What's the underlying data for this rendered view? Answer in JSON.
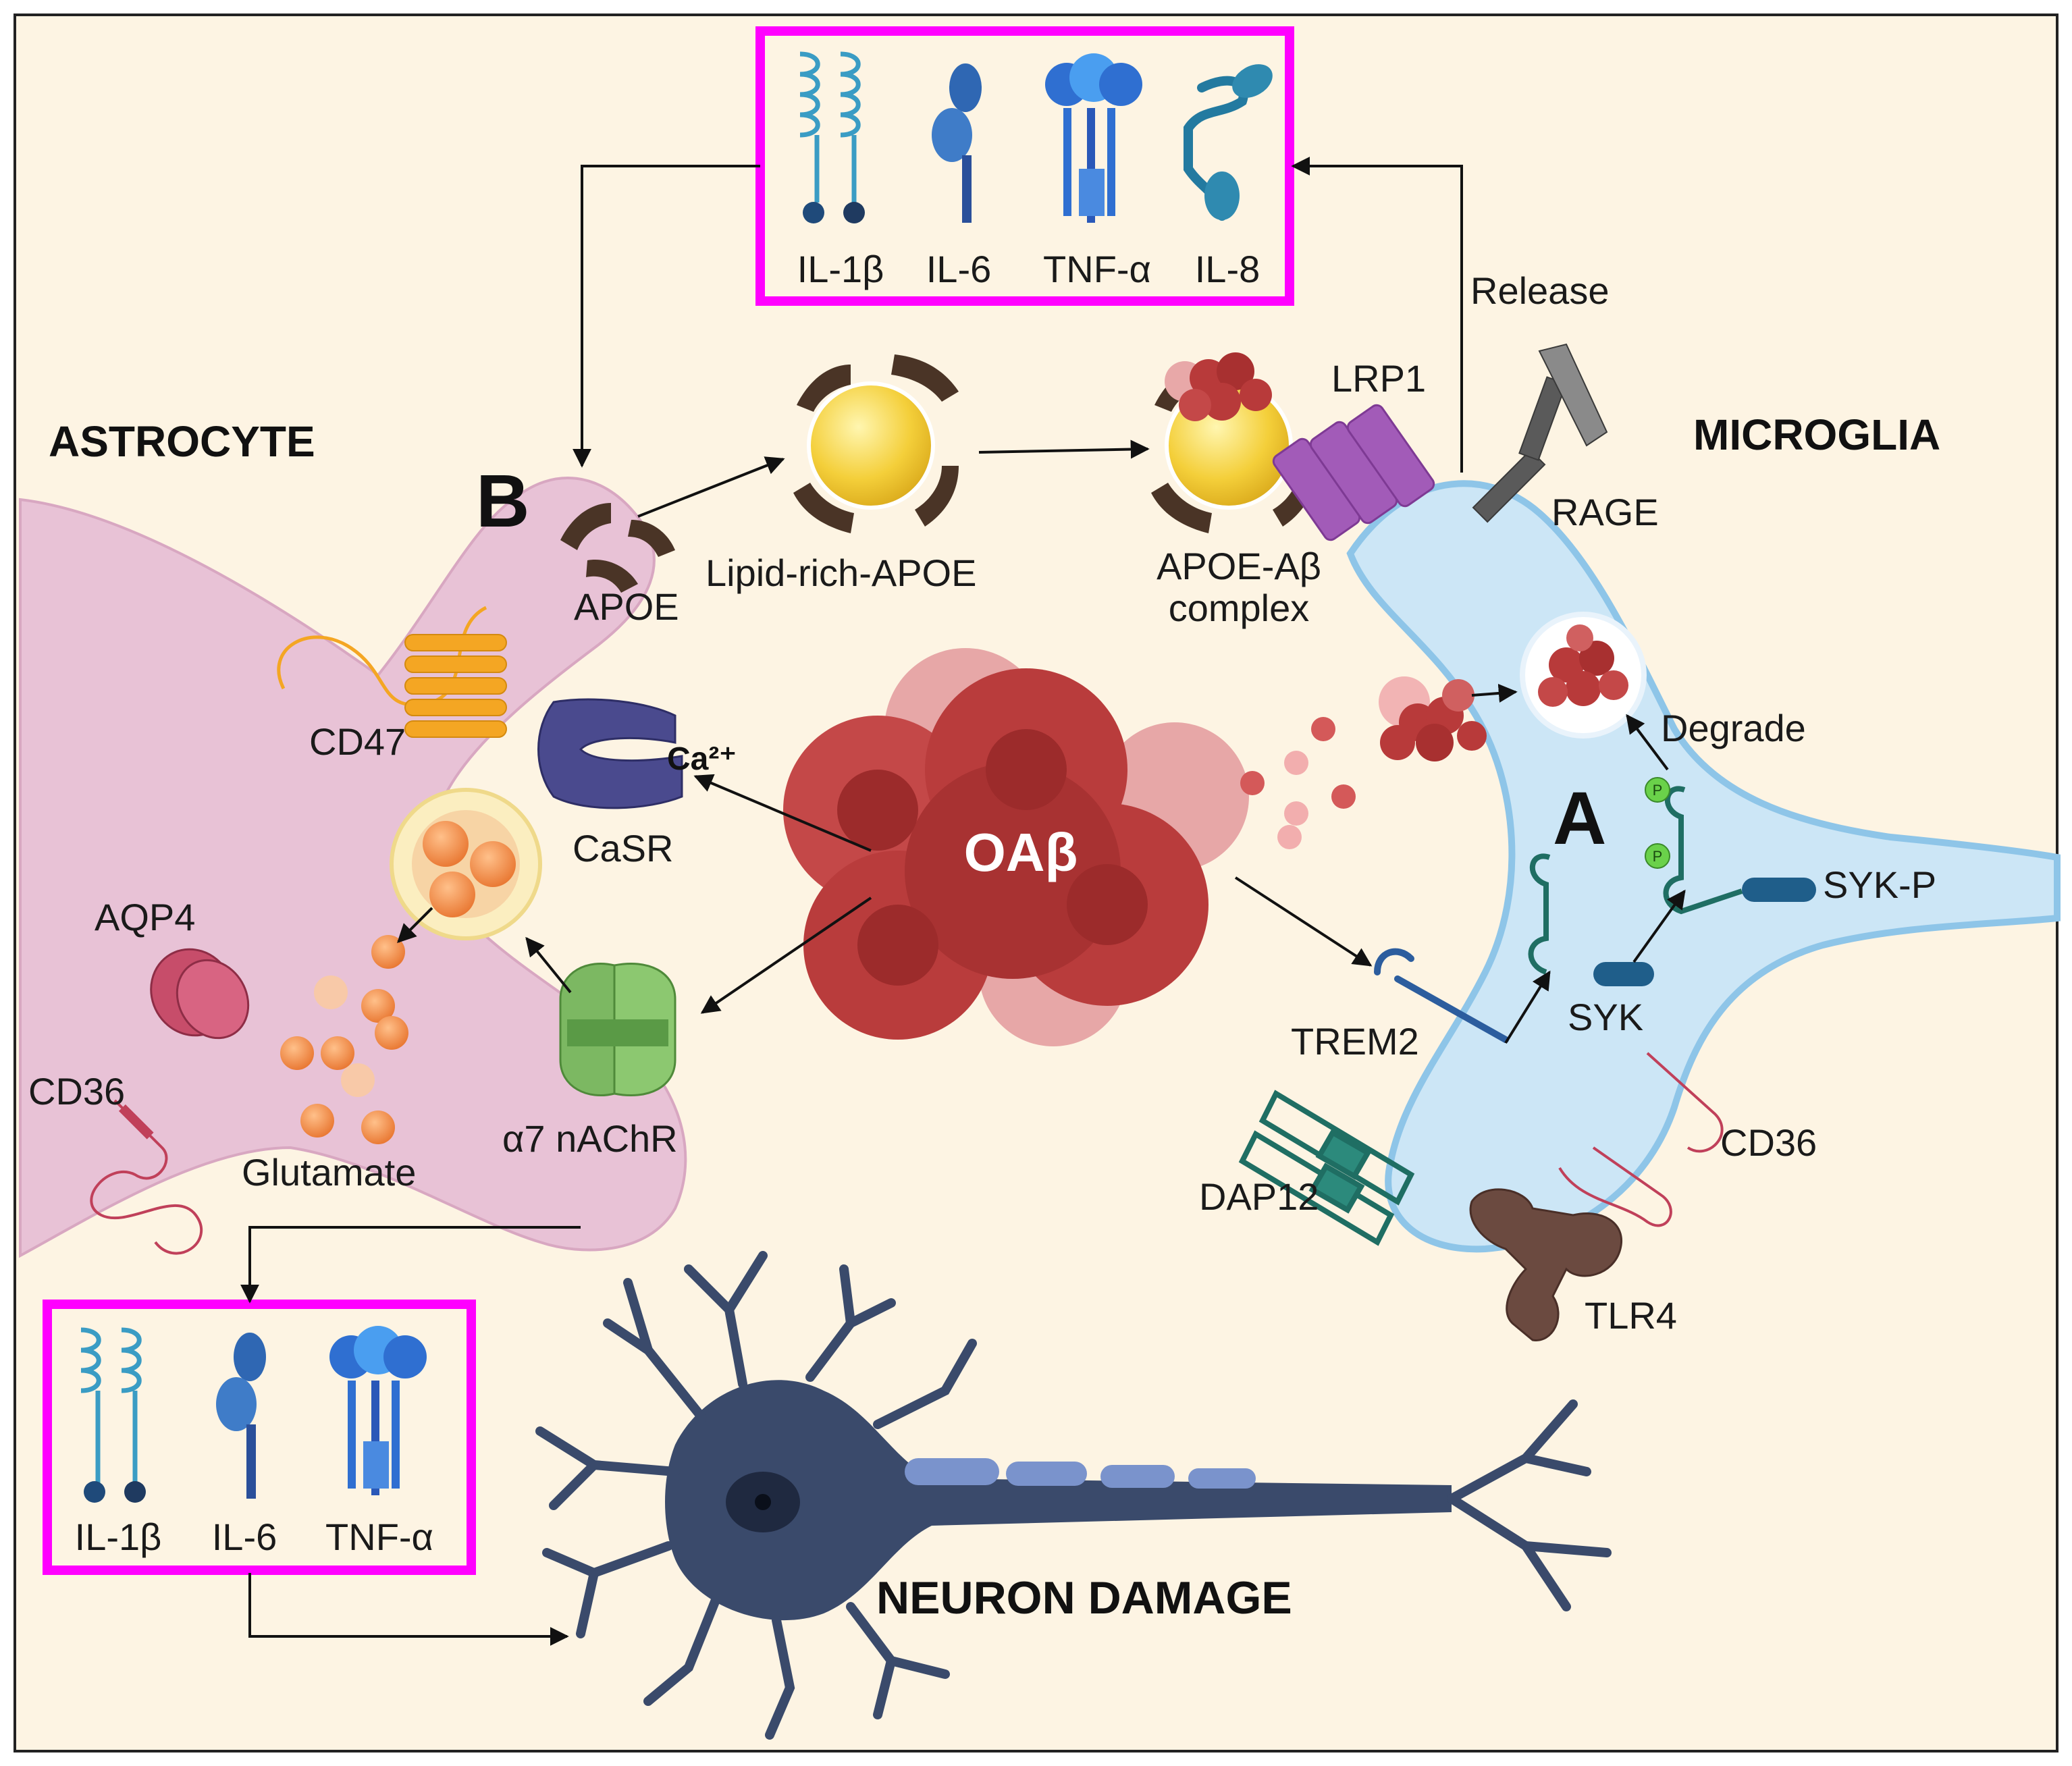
{
  "title_astrocyte": "ASTROCYTE",
  "title_microglia": "MICROGLIA",
  "title_neuron": "NEURON DAMAGE",
  "panel_a": "A",
  "panel_b": "B",
  "center_label": "OAβ",
  "release_label": "Release",
  "degrade_label": "Degrade",
  "top_cytokines": [
    "IL-1β",
    "IL-6",
    "TNF-α",
    "IL-8"
  ],
  "bottom_cytokines": [
    "IL-1β",
    "IL-6",
    "TNF-α"
  ],
  "astrocyte_labels": {
    "apoe": "APOE",
    "cd47": "CD47",
    "casr": "CaSR",
    "ca": "Ca²⁺",
    "aqp4": "AQP4",
    "cd36": "CD36",
    "glutamate": "Glutamate",
    "a7nachr": "α7 nAChR"
  },
  "pathway_labels": {
    "lipid_apoe": "Lipid-rich-APOE",
    "apoe_ab_1": "APOE-Aβ",
    "apoe_ab_2": "complex",
    "lrp1": "LRP1"
  },
  "microglia_labels": {
    "rage": "RAGE",
    "syk_p": "SYK-P",
    "syk": "SYK",
    "trem2": "TREM2",
    "cd36": "CD36",
    "dap12": "DAP12",
    "tlr4": "TLR4",
    "p": "P"
  },
  "colors": {
    "background": "#fdf4e3",
    "astrocyte": "#e6bfd3",
    "microglia": "#c8e3f4",
    "microglia_edge": "#8ec5e8",
    "box": "#ff00ff",
    "oab": "#b03a3a",
    "neuron": "#3a4a6b"
  }
}
